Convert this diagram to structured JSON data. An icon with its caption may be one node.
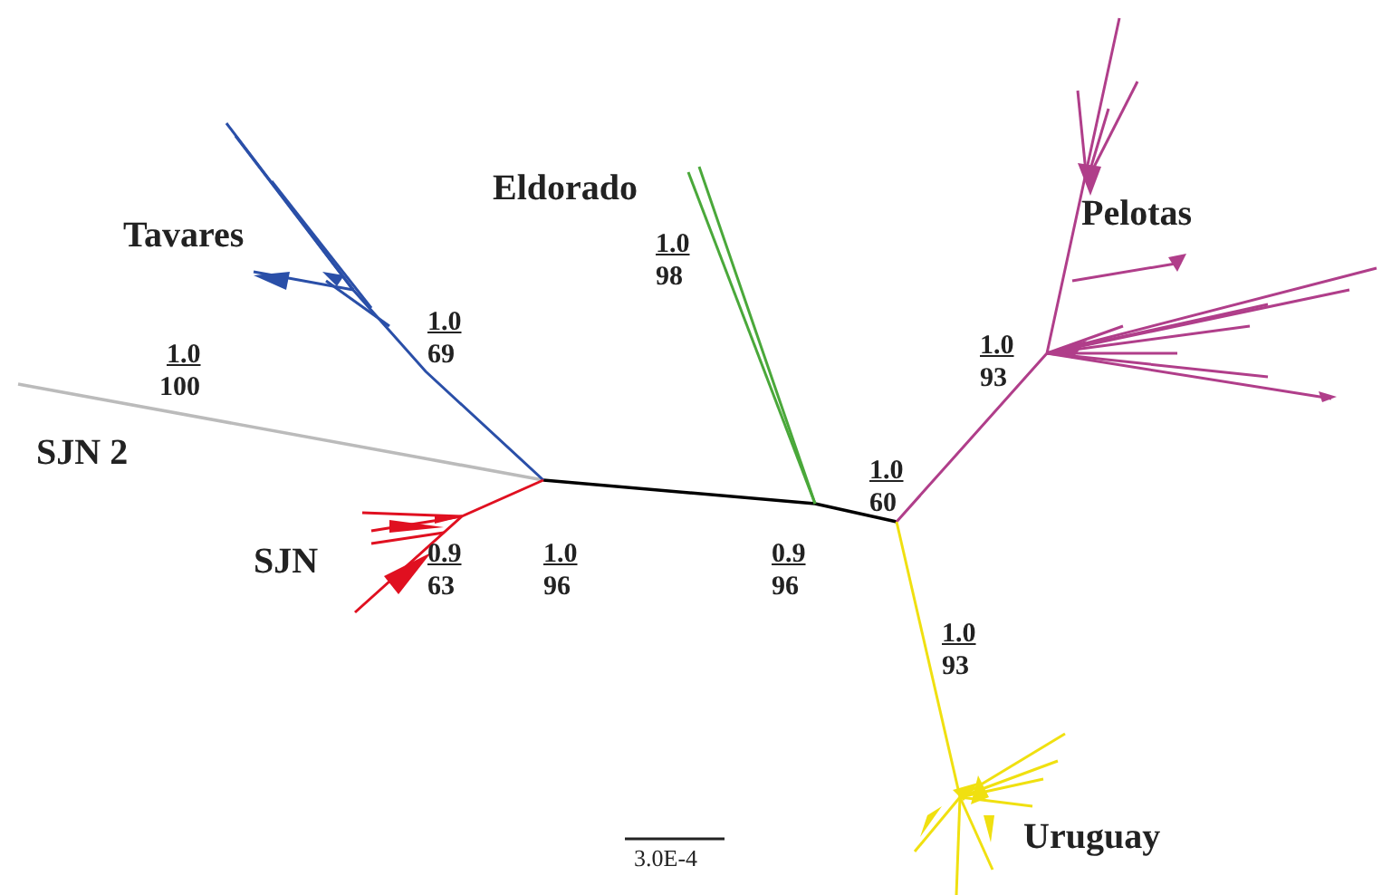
{
  "diagram": {
    "labels": [
      "Tavares",
      "Eldorado",
      "Pelotas",
      "1.0",
      "98",
      "1.0",
      "100",
      "1.0",
      "69",
      "1.0",
      "93",
      "SJN 2",
      "1.0",
      "60",
      "SJN",
      "1.0",
      "96",
      "0.9",
      "96",
      "0.9",
      "63",
      "1.0",
      "93",
      "Uruguay",
      "3.0E-4"
    ]
  }
}
